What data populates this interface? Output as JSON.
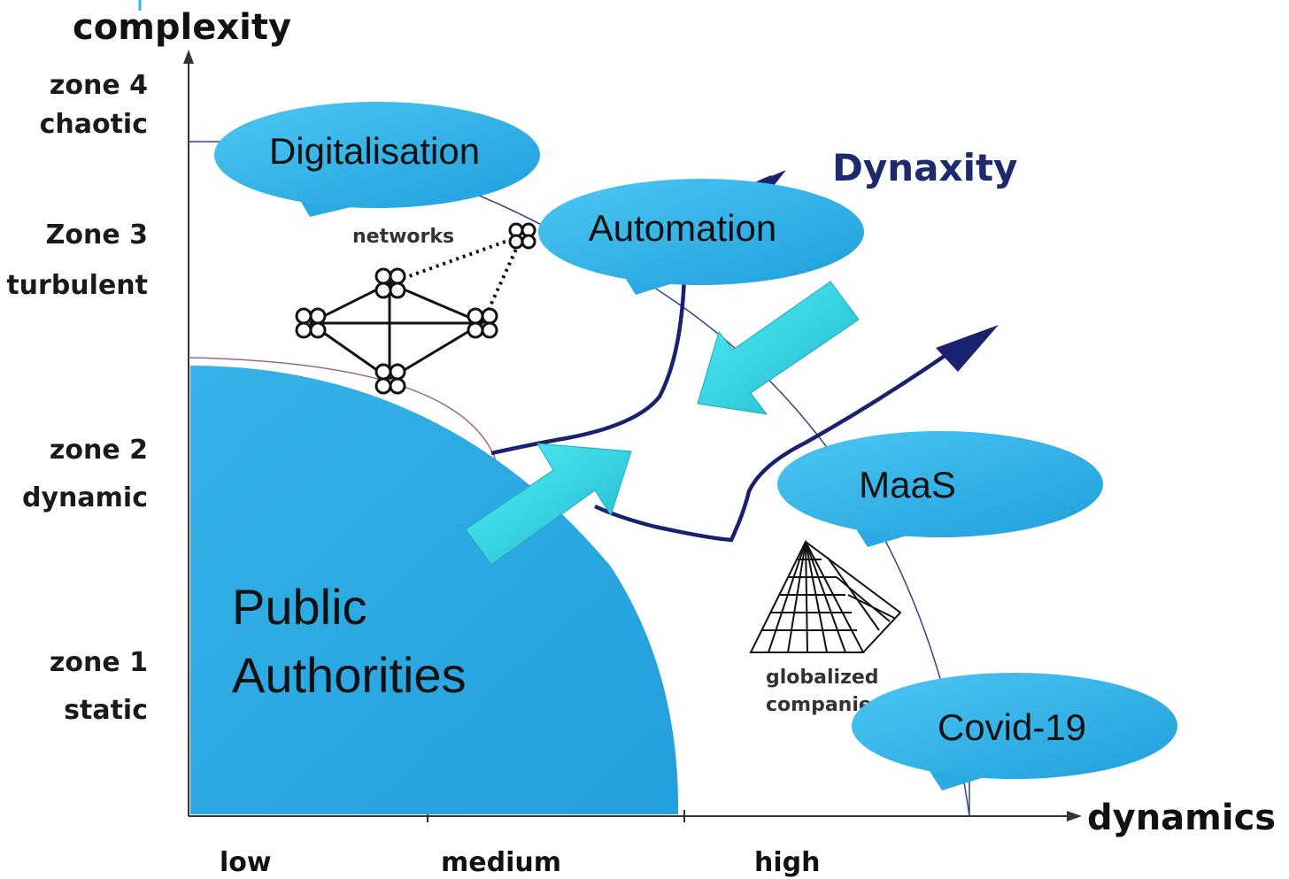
{
  "y_axis": {
    "label": "complexity",
    "zones": [
      {
        "name": "zone 4",
        "desc": "chaotic"
      },
      {
        "name": "Zone 3",
        "desc": "turbulent"
      },
      {
        "name": "zone 2",
        "desc": "dynamic"
      },
      {
        "name": "zone 1",
        "desc": "static"
      }
    ]
  },
  "x_axis": {
    "label": "dynamics",
    "ticks": [
      "low",
      "medium",
      "high"
    ]
  },
  "title": "Dynaxity",
  "region": {
    "label_line1": "Public",
    "label_line2": "Authorities",
    "color": "#2ea9e4"
  },
  "bubbles": {
    "digitalisation": "Digitalisation",
    "automation": "Automation",
    "maas": "MaaS",
    "covid": "Covid-19"
  },
  "illustrations": {
    "networks": "networks",
    "globalized_line1": "globalized",
    "globalized_line2": "companies"
  },
  "colors": {
    "bubble": "#3ab6ea",
    "arrow": "#3fd8ea",
    "trajectory": "#1a2270",
    "title": "#1d2a6e"
  }
}
